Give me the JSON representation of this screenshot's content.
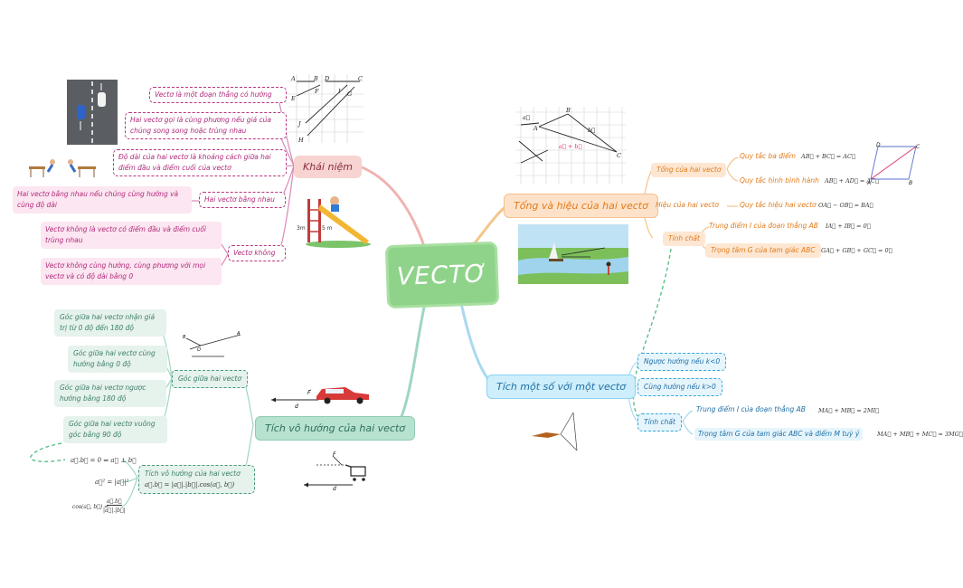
{
  "central": {
    "title": "VECTƠ"
  },
  "colors": {
    "pink": "#b0297a",
    "green": "#3b7f6a",
    "orange": "#e07a1a",
    "blue": "#1f6fa6",
    "central": "#8fd38a"
  },
  "khai_niem": {
    "title": "Khái niệm",
    "items": [
      "Vectơ là một đoạn thẳng có hướng",
      "Hai vectơ gọi là cùng phương nếu giá của chúng song song hoặc trùng nhau",
      "Độ dài của hai vectơ là khoảng cách giữa hai điểm đầu và điểm cuối của vectơ",
      "Hai vectơ bằng nhau",
      "Vectơ không"
    ],
    "bang_nhau_desc": "Hai vectơ bằng nhau nếu chúng cùng hướng và cùng độ dài",
    "vecto_khong_desc": [
      "Vectơ không là vectơ có điểm đầu và điểm cuối trùng nhau",
      "Vectơ không cùng hướng, cùng phương với mọi vectơ và có độ dài bằng 0"
    ],
    "slide_labels": {
      "height": "3m",
      "length": "5 m"
    }
  },
  "grid_letters_top": {
    "labels": [
      "A",
      "B",
      "D",
      "C",
      "E",
      "F",
      "I",
      "G",
      "J",
      "H"
    ]
  },
  "tong_hieu": {
    "title": "Tổng và hiệu của hai vectơ",
    "tong": "Tổng của hai vectơ",
    "quy_tac_ba_diem": "Quy tắc ba điểm",
    "quy_tac_ba_diem_f": "AB⃗ + BC⃗ = AC⃗",
    "quy_tac_hbh": "Quy tắc hình bình hành",
    "quy_tac_hbh_f": "AB⃗ + AD⃗ = AC⃗",
    "hieu": "Hiệu của hai vectơ",
    "quy_tac_hieu": "Quy tắc hiệu hai vectơ",
    "quy_tac_hieu_f": "OA⃗ − OB⃗ = BA⃗",
    "tinh_chat": "Tính chất",
    "trung_diem": "Trung điểm I của đoạn thẳng AB",
    "trung_diem_f": "IA⃗ + IB⃗ = 0⃗",
    "trong_tam": "Trọng tâm G của tam giác ABC",
    "trong_tam_f": "GA⃗ + GB⃗ + GC⃗ = 0⃗",
    "grid_labels": [
      "A",
      "B",
      "C",
      "a⃗",
      "b⃗",
      "a⃗ + b⃗"
    ]
  },
  "tich_so": {
    "title": "Tích một số với một vectơ",
    "nguoc_huong": "Ngược hướng nếu k<0",
    "cung_huong": "Cùng hướng nếu k>0",
    "tinh_chat": "Tính chất",
    "trung_diem": "Trung điểm I của đoạn thẳng AB",
    "trung_diem_f": "MA⃗ + MB⃗ = 2MI⃗",
    "trong_tam": "Trọng tâm G của tam giác ABC và điểm M tuỳ ý",
    "trong_tam_f": "MA⃗ + MB⃗ + MC⃗ = 3MG⃗"
  },
  "tich_vo_huong": {
    "title": "Tích vô hướng của hai vectơ",
    "goc": "Góc giữa hai vectơ",
    "goc_items": [
      "Góc giữa hai vectơ nhận giá trị từ 0 độ đến 180 độ",
      "Góc giữa hai vectơ cùng hướng bằng 0 độ",
      "Góc giữa hai vectơ ngược hướng bằng 180 độ",
      "Góc giữa hai vectơ vuông góc bằng 90 độ"
    ],
    "dinh_nghia": "Tích vô hướng của hai vectơ",
    "dinh_nghia_f": "a⃗.b⃗ = |a⃗|.|b⃗|.cos(a⃗, b⃗)",
    "f1": "a⃗.b⃗ = 0 ⇔ a⃗ ⊥ b⃗",
    "f2": "a⃗² = |a⃗|²",
    "f3_left": "cos(a⃗, b⃗) =",
    "f3_num": "a⃗.b⃗",
    "f3_den": "|a⃗|.|b⃗|",
    "force_labels": {
      "F": "F⃗",
      "d": "d"
    }
  }
}
